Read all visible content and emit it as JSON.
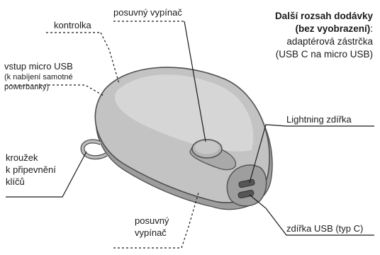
{
  "labels": {
    "sliding_switch_top": "posuvný vypínač",
    "indicator": "kontrolka",
    "micro_usb_input": "vstup micro USB",
    "micro_usb_input_note_1": "(k nabíjení samotné",
    "micro_usb_input_note_2": "powerbanky)",
    "key_ring_1": "kroužek",
    "key_ring_2": "k připevnění",
    "key_ring_3": "klíčů",
    "sliding_switch_bottom_1": "posuvný",
    "sliding_switch_bottom_2": "vypínač",
    "lightning_socket": "Lightning zdířka",
    "usb_c_socket": "zdířka USB (typ C)"
  },
  "note": {
    "title_1": "Další rozsah dodávky",
    "title_2": "(bez vyobrazení)",
    "title_colon": ":",
    "body_1": "adaptérová zástrčka",
    "body_2": "(USB C na micro USB)"
  },
  "colors": {
    "device_body": "#bdbdbd",
    "device_edge": "#6b6b6b",
    "device_top": "#cfcfcf",
    "line": "#1a1a1a"
  }
}
